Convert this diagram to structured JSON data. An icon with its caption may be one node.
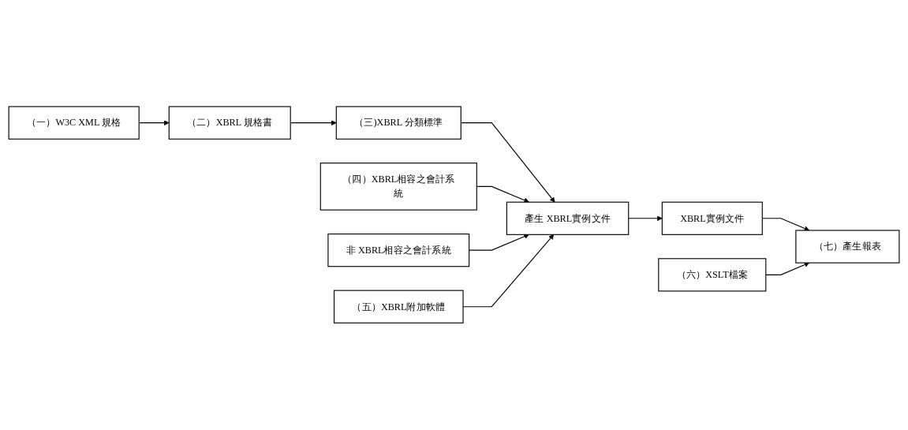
{
  "diagram": {
    "nodes": [
      {
        "text": [
          "（一）W3C XML 規格"
        ]
      },
      {
        "text": [
          "（二）XBRL 規格書"
        ]
      },
      {
        "text": [
          "（三)XBRL 分類標準"
        ]
      },
      {
        "text": [
          "（四）XBRL相容之會計系統"
        ]
      },
      {
        "text": [
          "產生 XBRL實例文件"
        ]
      },
      {
        "text": [
          "XBRL實例文件"
        ]
      },
      {
        "text": [
          "（七）產生報表"
        ]
      },
      {
        "text": [
          "非 XBRL相容之會計系統"
        ]
      },
      {
        "text": [
          "（五）XBRL附加軟體"
        ]
      },
      {
        "text": [
          "（六）XSLT檔案"
        ]
      }
    ],
    "edges": [
      {
        "from": 0,
        "to": 1,
        "arrow": "to"
      },
      {
        "from": 1,
        "to": 2,
        "arrow": "to"
      },
      {
        "from": 2,
        "to": 4,
        "arrow": "to"
      },
      {
        "from": 3,
        "to": 4,
        "arrow": "to"
      },
      {
        "from": 4,
        "to": 5,
        "arrow": "to"
      },
      {
        "from": 5,
        "to": 6,
        "arrow": "to"
      },
      {
        "from": 7,
        "to": 4,
        "arrow": "to"
      },
      {
        "from": 8,
        "to": 4,
        "arrow": "to"
      },
      {
        "from": 9,
        "to": 6,
        "arrow": "to"
      }
    ]
  }
}
